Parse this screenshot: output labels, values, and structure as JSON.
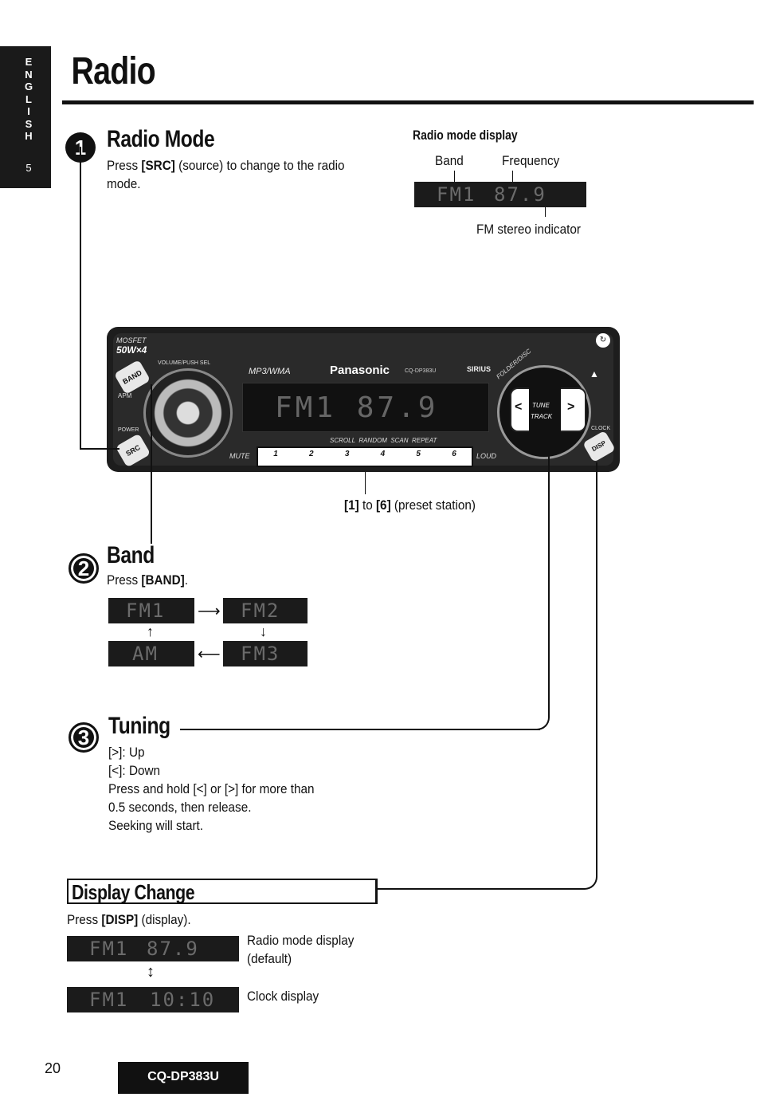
{
  "side_tab": {
    "letters": "E\nN\nG\nL\nI\nS\nH",
    "number": "5"
  },
  "page": {
    "title": "Radio",
    "page_number": "20",
    "model": "CQ-DP383U"
  },
  "section1": {
    "number": "1",
    "heading": "Radio Mode",
    "text_prefix": "Press ",
    "key": "[SRC]",
    "text_suffix": " (source) to change to the radio mode.",
    "display_title": "Radio mode display",
    "label_band": "Band",
    "label_frequency": "Frequency",
    "lcd_band": "FM1",
    "lcd_freq": "87.9",
    "label_stereo": "FM stereo indicator"
  },
  "device": {
    "mosfet": "MOSFET",
    "power_rating": "50W×4",
    "brand": "Panasonic",
    "format": "MP3/WMA",
    "model_small": "CQ-DP383U",
    "sirius": "SIRIUS",
    "band_btn": "BAND",
    "src_btn": "SRC",
    "apm": "APM",
    "power": "POWER",
    "volume": "VOLUME/PUSH SEL",
    "mute": "MUTE",
    "loud": "LOUD",
    "folder_disc": "FOLDER/DISC",
    "tune": "TUNE",
    "track": "TRACK",
    "clock": "CLOCK",
    "disp_btn": "DISP",
    "lcd": "FM1  87.9",
    "preset_labels": "SCROLL  RANDOM  SCAN  REPEAT",
    "presets": [
      "1",
      "2",
      "3",
      "4",
      "5",
      "6"
    ],
    "preset_caption_prefix": "[1]",
    "preset_caption_mid": " to ",
    "preset_caption_key2": "[6]",
    "preset_caption_suffix": " (preset station)"
  },
  "section2": {
    "number": "2",
    "heading": "Band",
    "text_prefix": "Press ",
    "key": "[BAND]",
    "text_suffix": ".",
    "bands": [
      "FM1",
      "FM2",
      "AM",
      "FM3"
    ]
  },
  "section3": {
    "number": "3",
    "heading": "Tuning",
    "line1": "[>]: Up",
    "line2": "[<]: Down",
    "line3": "Press and hold [<] or [>] for more than",
    "line4": "0.5 seconds, then release.",
    "line5": "Seeking will start."
  },
  "section4": {
    "heading": "Display Change",
    "text_prefix": "Press ",
    "key": "[DISP]",
    "text_suffix": " (display).",
    "lcd1_band": "FM1",
    "lcd1_value": "87.9",
    "lcd1_desc1": "Radio mode display",
    "lcd1_desc2": "(default)",
    "lcd2_band": "FM1",
    "lcd2_value": "10:10",
    "lcd2_desc": "Clock display"
  }
}
